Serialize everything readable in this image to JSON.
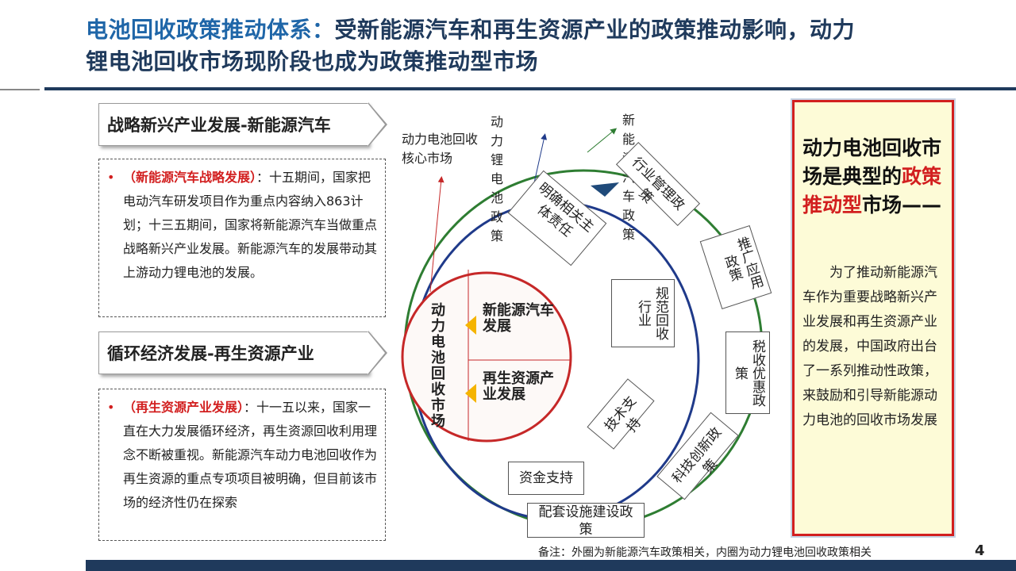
{
  "title": {
    "highlight": "电池回收政策推动体系：",
    "line1_rest": "受新能源汽车和再生资源产业的政策推动影响，动力",
    "line2": "锂电池回收市场现阶段也成为政策推动型市场"
  },
  "sections": [
    {
      "header": "战略新兴产业发展-新能源汽车",
      "bullet": "•",
      "lead": "（新能源汽车战略发展）",
      "body": "：十五期间，国家把电动汽车研发项目作为重点内容纳入863计划；十三五期间，国家将新能源汽车当做重点战略新兴产业发展。新能源汽车的发展带动其上游动力锂电池的发展。"
    },
    {
      "header": "循环经济发展-再生资源产业",
      "bullet": "•",
      "lead": "（再生资源产业发展）",
      "body": "：十一五以来，国家一直在大力发展循环经济，再生资源回收利用理念不断被重视。新能源汽车动力电池回收作为再生资源的重点专项项目被明确，但目前该市场的经济性仍在探索"
    }
  ],
  "diagram": {
    "axis_labels": {
      "core_market": "动力电池回收核心市场",
      "lithium_policy": "动力锂电池政策",
      "nev_policy": "新能源汽车政策"
    },
    "center": {
      "vertical_label": "动力电池回收市场",
      "upper": "新能源汽车发展",
      "lower": "再生资源产业发展"
    },
    "inner_items": [
      "明确相关主体责任",
      "规范回收行业",
      "技术支持",
      "资金支持"
    ],
    "outer_items": [
      "行业管理政策",
      "推广应用政策",
      "税收优惠政策",
      "科技创新政策",
      "配套设施建设政策"
    ],
    "colors": {
      "outer_circle": "#2e7d32",
      "inner_circle": "#1f3a8a",
      "center_border": "#c62828",
      "accent": "#f5b400"
    }
  },
  "right_panel": {
    "head_pre": "动力电池回收市场是典型的",
    "head_red": "政策推动型",
    "head_post": "市场——",
    "body": "为了推动新能源汽车作为重要战略新兴产业发展和再生资源产业的发展，中国政府出台了一系列推动性政策，来鼓励和引导新能源动力电池的回收市场发展"
  },
  "footer": {
    "note": "备注：外圈为新能源汽车政策相关，内圈为动力锂电池回收政策相关",
    "page": "4"
  }
}
